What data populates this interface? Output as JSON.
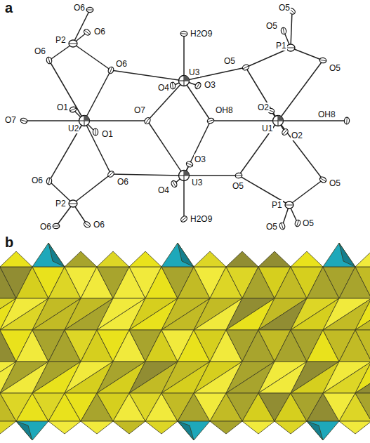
{
  "diagram": {
    "labels": [
      "a",
      "O6",
      "P2",
      "O6",
      "O6",
      "O6",
      "H2O9",
      "O5",
      "O5",
      "P1",
      "O5",
      "O5",
      "U3",
      "O4",
      "O3",
      "O1",
      "O7",
      "U2",
      "O1",
      "O7",
      "OH8",
      "O2",
      "U1",
      "OH8",
      "O2",
      "O3",
      "U3",
      "O4",
      "O6",
      "O6",
      "O5",
      "O5",
      "P2",
      "P1",
      "H2O9",
      "O6",
      "O6",
      "O5",
      "O5",
      "b"
    ]
  }
}
